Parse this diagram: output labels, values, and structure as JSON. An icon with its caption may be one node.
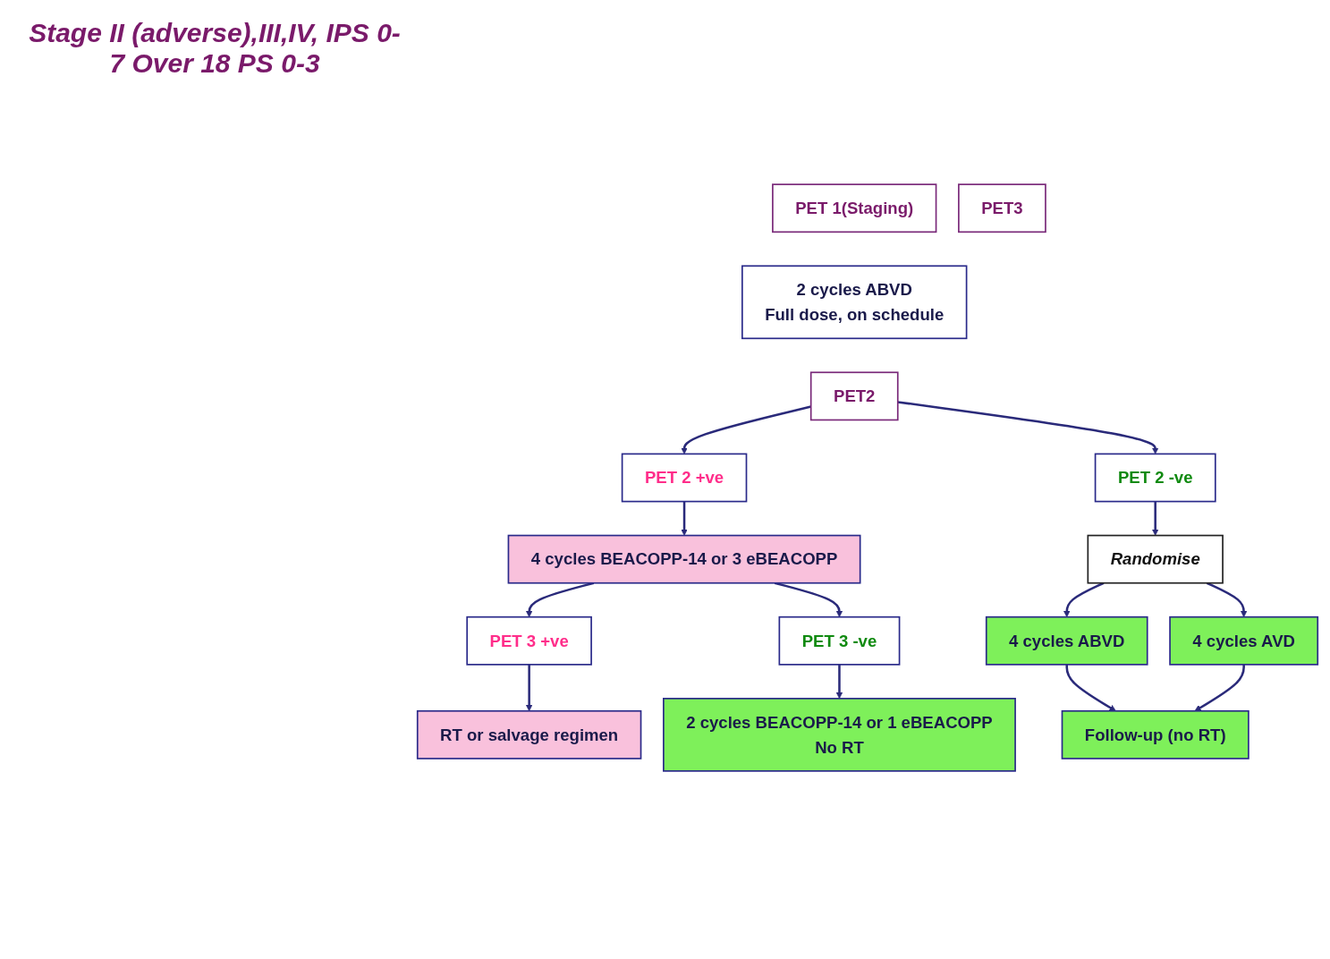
{
  "diagram": {
    "nodes": [
      {
        "text": [
          "PET 1(Staging)"
        ]
      },
      {
        "text": [
          "2 cycles ABVD",
          "Full dose, on schedule"
        ]
      },
      {
        "text": [
          "PET2"
        ]
      },
      {
        "text": [
          "PET 2 +ve"
        ]
      },
      {
        "text": [
          "PET 2 -ve"
        ]
      },
      {
        "text": [
          "4 cycles BEACOPP-14 or 3 eBEACOPP"
        ]
      },
      {
        "text": [
          "Randomise"
        ]
      },
      {
        "text": [
          "4 cycles ABVD"
        ]
      },
      {
        "text": [
          "4 cycles AVD"
        ]
      },
      {
        "text": [
          "PET3"
        ]
      },
      {
        "text": [
          "PET 3 +ve"
        ]
      },
      {
        "text": [
          "PET 3 -ve"
        ]
      },
      {
        "text": [
          "RT or salvage regimen"
        ]
      },
      {
        "text": [
          "2 cycles BEACOPP-14 or 1 eBEACOPP",
          "No RT"
        ]
      },
      {
        "text": [
          "Follow-up (no RT)"
        ]
      }
    ],
    "edges": [
      {
        "from": 2,
        "to": 3,
        "arrow": "to"
      },
      {
        "from": 2,
        "to": 4,
        "arrow": "to"
      },
      {
        "from": 3,
        "to": 5,
        "arrow": "to"
      },
      {
        "from": 4,
        "to": 6,
        "arrow": "to"
      },
      {
        "from": 6,
        "to": 7,
        "arrow": "to"
      },
      {
        "from": 6,
        "to": 8,
        "arrow": "to"
      },
      {
        "from": 5,
        "to": 10,
        "arrow": "to"
      },
      {
        "from": 5,
        "to": 11,
        "arrow": "to"
      },
      {
        "from": 10,
        "to": 12,
        "arrow": "to"
      },
      {
        "from": 11,
        "to": 13,
        "arrow": "to"
      },
      {
        "from": 7,
        "to": 14,
        "arrow": "to"
      },
      {
        "from": 8,
        "to": 14,
        "arrow": "to"
      }
    ],
    "labels": [
      "Stage II (adverse),III,IV, IPS 0-7 Over 18 PS 0-3"
    ]
  }
}
